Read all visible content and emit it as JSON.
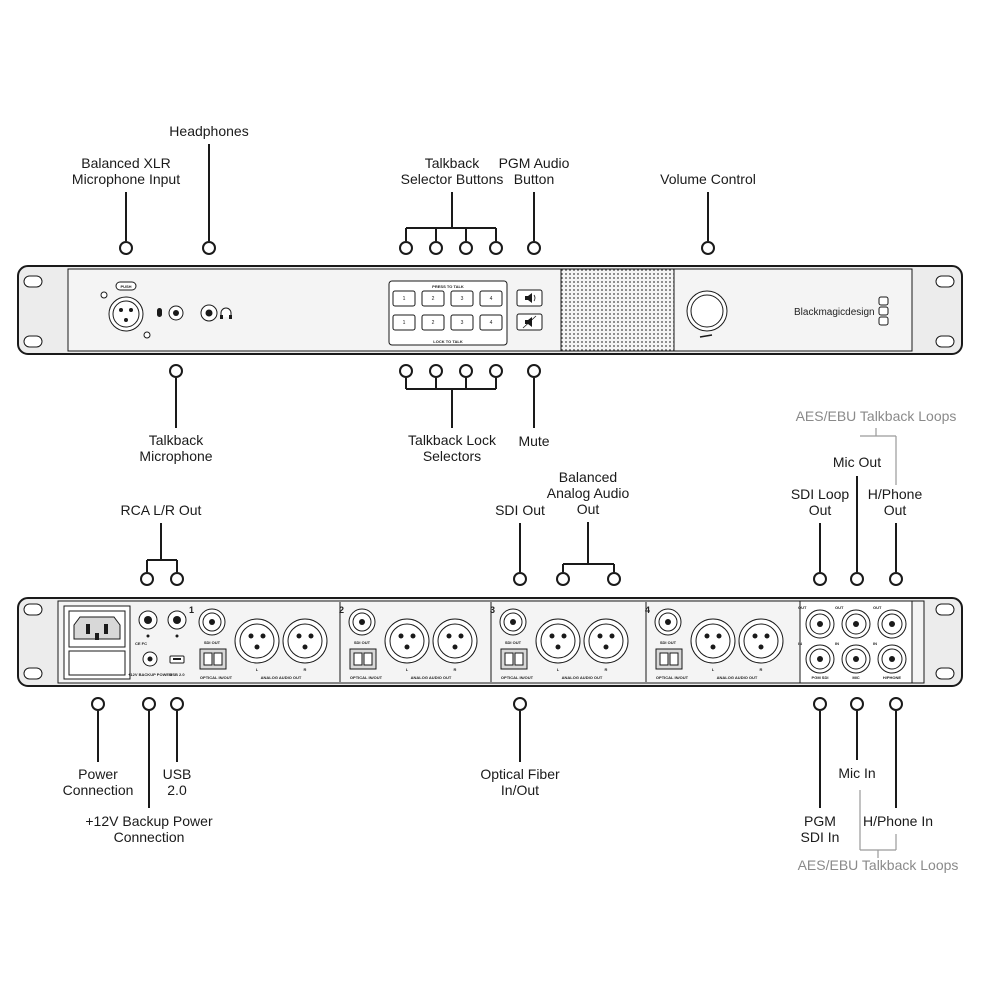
{
  "front_labels": {
    "headphones": "Headphones",
    "xlr_line1": "Balanced XLR",
    "xlr_line2": "Microphone Input",
    "talkback_sel_line1": "Talkback",
    "talkback_sel_line2": "Selector Buttons",
    "pgm_line1": "PGM Audio",
    "pgm_line2": "Button",
    "volume": "Volume Control",
    "tb_mic_line1": "Talkback",
    "tb_mic_line2": "Microphone",
    "tb_lock_line1": "Talkback Lock",
    "tb_lock_line2": "Selectors",
    "mute": "Mute"
  },
  "front_panel": {
    "push": "PUSH",
    "press_to_talk": "PRESS TO TALK",
    "lock_to_talk": "LOCK TO TALK",
    "buttons": [
      "1",
      "2",
      "3",
      "4"
    ],
    "brand": "Blackmagicdesign"
  },
  "rear_labels": {
    "aes_top": "AES/EBU Talkback Loops",
    "mic_out": "Mic Out",
    "sdi_loop_line1": "SDI Loop",
    "sdi_loop_line2": "Out",
    "hphone_out_line1": "H/Phone",
    "hphone_out_line2": "Out",
    "rca": "RCA L/R Out",
    "sdi_out": "SDI Out",
    "bal_line1": "Balanced",
    "bal_line2": "Analog Audio",
    "bal_line3": "Out",
    "power_line1": "Power",
    "power_line2": "Connection",
    "usb_line1": "USB",
    "usb_line2": "2.0",
    "backup_line1": "+12V Backup Power",
    "backup_line2": "Connection",
    "optical_line1": "Optical Fiber",
    "optical_line2": "In/Out",
    "mic_in": "Mic In",
    "pgm_sdi_line1": "PGM",
    "pgm_sdi_line2": "SDI In",
    "hphone_in": "H/Phone In",
    "aes_bottom": "AES/EBU Talkback Loops"
  },
  "rear_panel": {
    "channels": [
      "1",
      "2",
      "3",
      "4"
    ],
    "sdi_out": "SDI OUT",
    "optical": "OPTICAL IN/OUT",
    "analog": "ANALOG AUDIO OUT",
    "l": "L",
    "r": "R",
    "backup": "+12V BACKUP POWER",
    "usb": "USB 2.0",
    "out": "OUT",
    "in": "IN",
    "pgm_sdi": "PGM SDI",
    "mic": "MIC",
    "hphone": "H/PHONE"
  }
}
